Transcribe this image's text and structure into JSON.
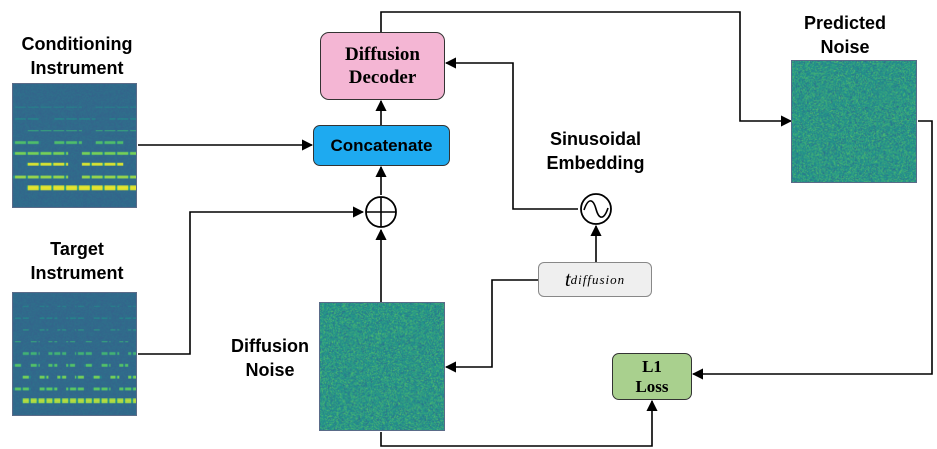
{
  "labels": {
    "conditioning_instrument": [
      "Conditioning",
      "Instrument"
    ],
    "target_instrument": [
      "Target",
      "Instrument"
    ],
    "predicted_noise": [
      "Predicted",
      "Noise"
    ],
    "diffusion_noise": [
      "Diffusion",
      "Noise"
    ],
    "sinusoidal_embedding": [
      "Sinusoidal",
      "Embedding"
    ]
  },
  "blocks": {
    "diffusion_decoder": [
      "Diffusion",
      "Decoder"
    ],
    "concatenate": "Concatenate",
    "l1_loss": [
      "L1",
      "Loss"
    ],
    "t_diffusion": {
      "base": "t",
      "subscript": "diffusion"
    }
  },
  "operators": {
    "add": "⊕"
  },
  "colors": {
    "decoder_fill": "#f4b6d4",
    "concat_fill": "#1eaaf0",
    "loss_fill": "#a9d08e",
    "t_fill": "#efefef",
    "border": "#333333"
  },
  "icons": {
    "sum_node": "circle-plus-icon",
    "sine_node": "sine-wave-icon"
  }
}
